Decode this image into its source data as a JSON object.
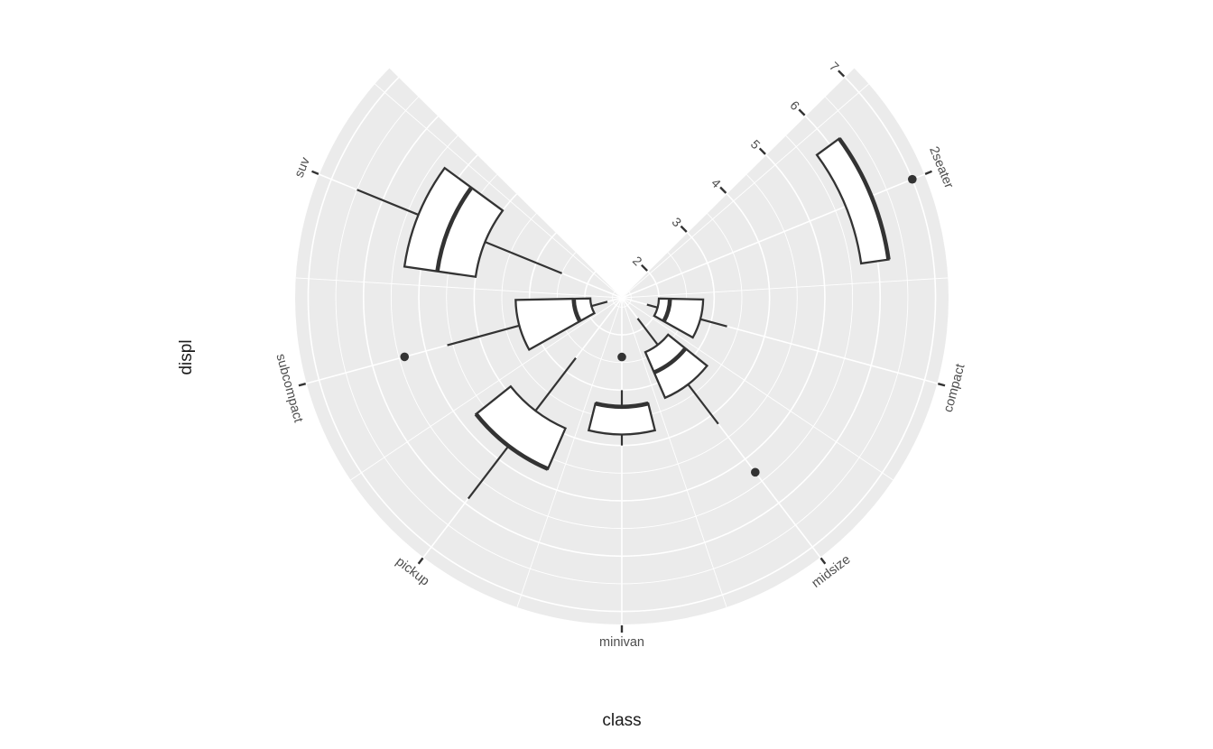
{
  "chart_data": {
    "type": "boxplot",
    "coordinates": "polar",
    "title": "",
    "xlabel": "class",
    "ylabel": "displ",
    "legend": "none",
    "grid": "on",
    "categories": [
      "2seater",
      "compact",
      "midsize",
      "minivan",
      "pickup",
      "subcompact",
      "suv"
    ],
    "series": [
      {
        "name": "2seater",
        "lower": 5.7,
        "q1": 5.7,
        "median": 6.2,
        "q3": 6.2,
        "upper": 6.2,
        "outliers": [
          7.0
        ]
      },
      {
        "name": "compact",
        "lower": 1.8,
        "q1": 2.0,
        "median": 2.2,
        "q3": 2.8,
        "upper": 3.3,
        "outliers": []
      },
      {
        "name": "midsize",
        "lower": 1.8,
        "q1": 2.4,
        "median": 2.8,
        "q3": 3.3,
        "upper": 4.2,
        "outliers": [
          5.3
        ]
      },
      {
        "name": "minivan",
        "lower": 3.0,
        "q1": 3.3,
        "median": 3.3,
        "q3": 3.8,
        "upper": 4.0,
        "outliers": [
          2.4
        ]
      },
      {
        "name": "pickup",
        "lower": 2.7,
        "q1": 3.9,
        "median": 4.7,
        "q3": 4.7,
        "upper": 5.9,
        "outliers": []
      },
      {
        "name": "subcompact",
        "lower": 1.6,
        "q1": 1.9,
        "median": 2.2,
        "q3": 3.25,
        "upper": 4.6,
        "outliers": [
          5.4
        ]
      },
      {
        "name": "suv",
        "lower": 2.5,
        "q1": 4.0,
        "median": 4.7,
        "q3": 5.3,
        "upper": 6.5,
        "outliers": []
      }
    ],
    "r_axis": {
      "major_ticks": [
        2,
        3,
        4,
        5,
        6,
        7
      ],
      "minor_ticks": [
        1.5,
        2.5,
        3.5,
        4.5,
        5.5,
        6.5
      ],
      "range": [
        1.33,
        7.27
      ]
    },
    "theta_axis": {
      "direction": "clockwise",
      "gap_degrees": 90.7,
      "gap_position": "top"
    },
    "colors": {
      "page_bg": "#FFFFFF",
      "panel_bg": "#EBEBEB",
      "grid": "#FFFFFF",
      "box_fill": "#FFFFFF",
      "box_stroke": "#333333",
      "outlier": "#333333",
      "tick_label": "#4D4D4D",
      "axis_title": "#1A1A1A"
    }
  }
}
